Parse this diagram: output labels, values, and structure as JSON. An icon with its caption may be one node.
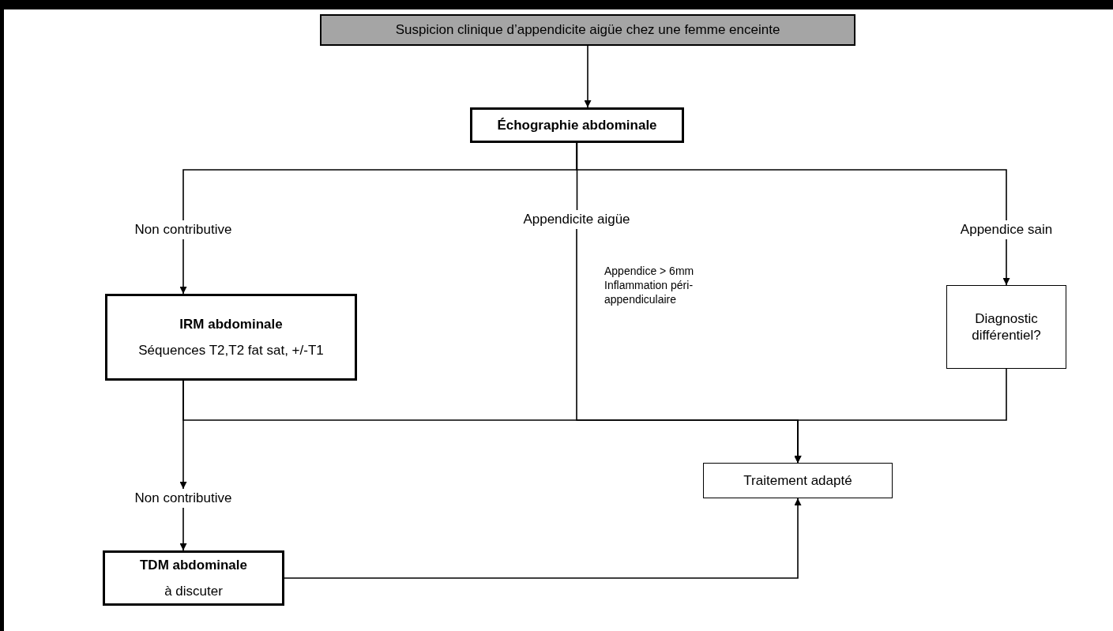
{
  "diagram": {
    "nodes": [
      {
        "text": [
          "Suspicion clinique d’appendicite aigüe chez une femme enceinte"
        ]
      },
      {
        "text": [
          "Échographie abdominale"
        ]
      },
      {
        "text": [
          "Non contributive"
        ]
      },
      {
        "text": [
          "Appendicite aigüe"
        ]
      },
      {
        "text": [
          "Appendice sain"
        ]
      },
      {
        "text": [
          "IRM abdominale",
          "Séquences T2,T2 fat sat, +/-T1"
        ]
      },
      {
        "text": [
          "Diagnostic différentiel?"
        ]
      },
      {
        "text": [
          "Non contributive"
        ]
      },
      {
        "text": [
          "Traitement adapté"
        ]
      },
      {
        "text": [
          "TDM abdominale",
          "à discuter"
        ]
      }
    ],
    "edges": [
      {
        "from": 0,
        "to": 1,
        "arrow": "to"
      },
      {
        "from": 1,
        "to": 2,
        "arrow": "none"
      },
      {
        "from": 1,
        "to": 3,
        "arrow": "none"
      },
      {
        "from": 1,
        "to": 4,
        "arrow": "none"
      },
      {
        "from": 2,
        "to": 5,
        "arrow": "to"
      },
      {
        "from": 4,
        "to": 6,
        "arrow": "to"
      },
      {
        "from": 5,
        "to": 8,
        "arrow": "to"
      },
      {
        "from": 3,
        "to": 8,
        "arrow": "to",
        "label": "Appendice > 6mm Inflammation péri-appendiculaire"
      },
      {
        "from": 6,
        "to": 8,
        "arrow": "to"
      },
      {
        "from": 5,
        "to": 7,
        "arrow": "to"
      },
      {
        "from": 7,
        "to": 9,
        "arrow": "to"
      },
      {
        "from": 9,
        "to": 8,
        "arrow": "to"
      }
    ]
  }
}
